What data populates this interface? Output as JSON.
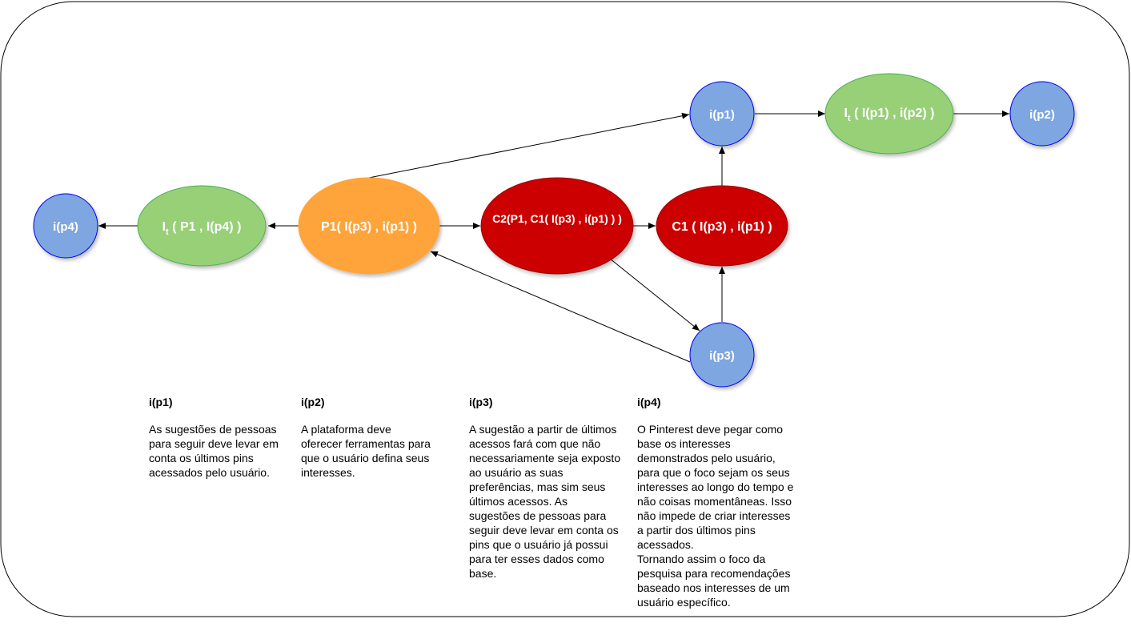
{
  "nodes": {
    "ip4_left": "i(p4)",
    "it_p1_ip4_main": "I",
    "it_p1_ip4_sub": "t",
    "it_p1_ip4_rest": " ( P1 , I(p4) )",
    "p1": "P1( I(p3) , i(p1) )",
    "c2": "C2(P1, C1( I(p3) , i(p1) ) )",
    "c1": "C1 ( I(p3) , i(p1) )",
    "ip3": "i(p3)",
    "ip1": "i(p1)",
    "it_ip1_ip2_main": "I",
    "it_ip1_ip2_sub": "t",
    "it_ip1_ip2_rest": " ( I(p1) , i(p2) )",
    "ip2": "i(p2)"
  },
  "colors": {
    "blue_node": "#7ea6e0",
    "blue_stroke": "#0000ee",
    "green_node": "#97d077",
    "green_stroke": "#4caf50",
    "orange_node": "#ffa43b",
    "red_node": "#cc0000"
  },
  "notes": [
    {
      "title": "i(p1)",
      "body": "As sugestões de pessoas\npara seguir deve levar em\nconta os últimos pins\nacessados pelo usuário."
    },
    {
      "title": "i(p2)",
      "body": " A plataforma deve\noferecer ferramentas para\nque o usuário defina seus\ninteresses."
    },
    {
      "title": "i(p3)",
      "body": " A sugestão a partir de últimos\nacessos fará com que não\nnecessariamente seja exposto\nao usuário as suas\npreferências, mas sim seus\núltimos acessos. As\nsugestões de pessoas para\nseguir deve levar em conta os\npins que o usuário já possui\npara ter esses dados como\nbase."
    },
    {
      "title": "i(p4)",
      "body": "O Pinterest deve pegar como\nbase os interesses\ndemonstrados pelo usuário,\npara que o foco sejam os seus\ninteresses ao longo do tempo e\nnão coisas momentâneas. Isso\nnão impede de criar interesses\na partir dos últimos pins\nacessados.\nTornando assim o foco da\npesquisa para recomendações\nbaseado nos interesses de um\nusuário específico."
    }
  ]
}
